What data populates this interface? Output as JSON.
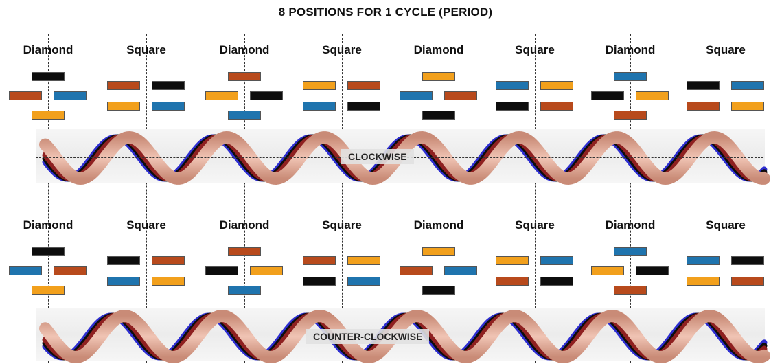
{
  "title": "8 POSITIONS FOR 1 CYCLE (PERIOD)",
  "colors": {
    "black": "#0d0d0d",
    "red": "#b84a1c",
    "blue": "#1f74ae",
    "orange": "#f2a01c",
    "copper": "#e0a893",
    "dark_red": "#8e2020",
    "helix_blue": "#2e2ed0"
  },
  "sections": [
    {
      "name": "clockwise",
      "direction_label": "CLOCKWISE",
      "positions": [
        {
          "label": "Diamond",
          "shape": "diamond",
          "bars": [
            "black",
            "red",
            "blue",
            "orange"
          ]
        },
        {
          "label": "Square",
          "shape": "square",
          "bars": [
            "red",
            "black",
            "orange",
            "blue"
          ]
        },
        {
          "label": "Diamond",
          "shape": "diamond",
          "bars": [
            "red",
            "orange",
            "black",
            "blue"
          ]
        },
        {
          "label": "Square",
          "shape": "square",
          "bars": [
            "orange",
            "red",
            "blue",
            "black"
          ]
        },
        {
          "label": "Diamond",
          "shape": "diamond",
          "bars": [
            "orange",
            "blue",
            "red",
            "black"
          ]
        },
        {
          "label": "Square",
          "shape": "square",
          "bars": [
            "blue",
            "orange",
            "black",
            "red"
          ]
        },
        {
          "label": "Diamond",
          "shape": "diamond",
          "bars": [
            "blue",
            "black",
            "orange",
            "red"
          ]
        },
        {
          "label": "Square",
          "shape": "square",
          "bars": [
            "black",
            "blue",
            "red",
            "orange"
          ]
        }
      ]
    },
    {
      "name": "counter-clockwise",
      "direction_label": "COUNTER-CLOCKWISE",
      "positions": [
        {
          "label": "Diamond",
          "shape": "diamond",
          "bars": [
            "black",
            "blue",
            "red",
            "orange"
          ]
        },
        {
          "label": "Square",
          "shape": "square",
          "bars": [
            "black",
            "red",
            "blue",
            "orange"
          ]
        },
        {
          "label": "Diamond",
          "shape": "diamond",
          "bars": [
            "red",
            "black",
            "orange",
            "blue"
          ]
        },
        {
          "label": "Square",
          "shape": "square",
          "bars": [
            "red",
            "orange",
            "black",
            "blue"
          ]
        },
        {
          "label": "Diamond",
          "shape": "diamond",
          "bars": [
            "orange",
            "red",
            "blue",
            "black"
          ]
        },
        {
          "label": "Square",
          "shape": "square",
          "bars": [
            "orange",
            "blue",
            "red",
            "black"
          ]
        },
        {
          "label": "Diamond",
          "shape": "diamond",
          "bars": [
            "blue",
            "orange",
            "black",
            "red"
          ]
        },
        {
          "label": "Square",
          "shape": "square",
          "bars": [
            "blue",
            "black",
            "orange",
            "red"
          ]
        }
      ]
    }
  ]
}
